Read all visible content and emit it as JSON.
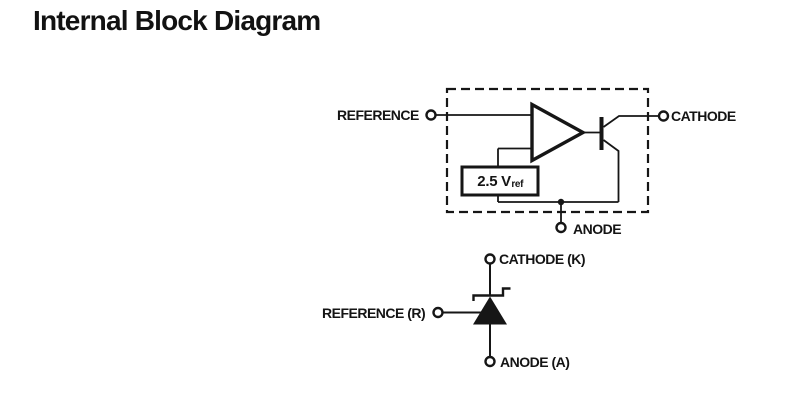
{
  "title": "Internal Block Diagram",
  "colors": {
    "ink": "#161616",
    "background": "#ffffff"
  },
  "block_diagram": {
    "reference_label": "REFERENCE",
    "cathode_label": "CATHODE",
    "anode_label": "ANODE",
    "vref_value": "2.5 V",
    "vref_subscript": "ref"
  },
  "symbol": {
    "cathode_label": "CATHODE (K)",
    "reference_label": "REFERENCE (R)",
    "anode_label": "ANODE (A)"
  }
}
